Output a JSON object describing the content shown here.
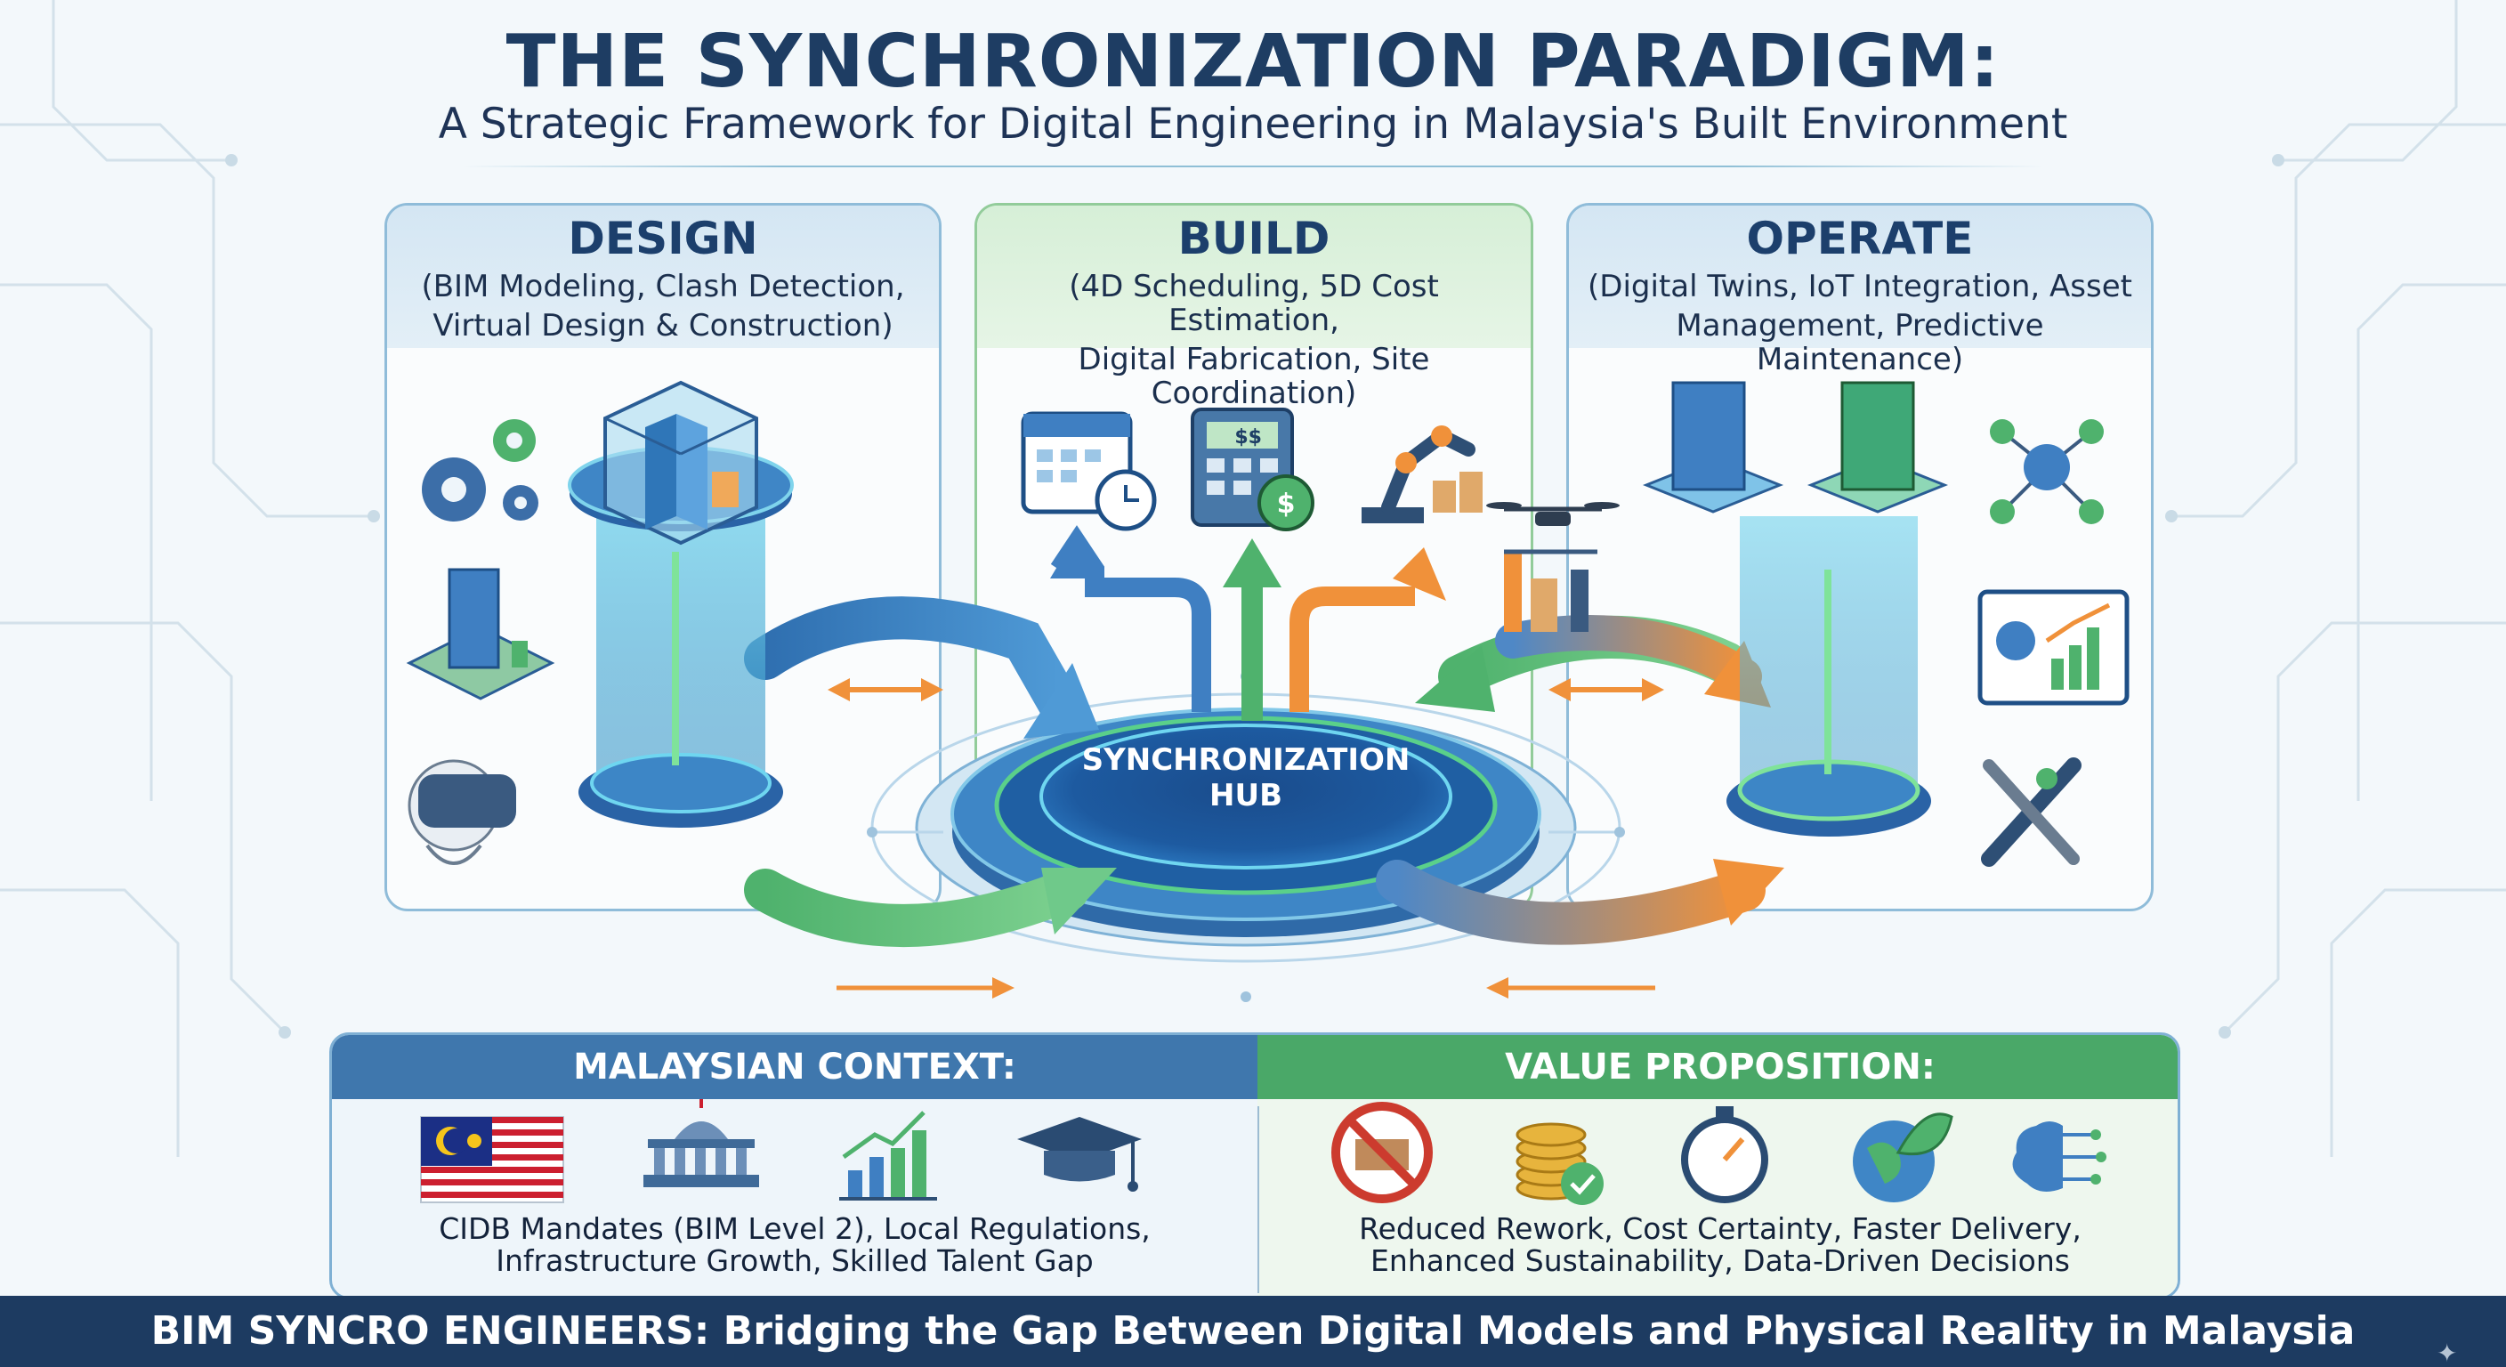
{
  "header": {
    "title": "THE SYNCHRONIZATION PARADIGM:",
    "subtitle": "A Strategic Framework for Digital Engineering in Malaysia's Built Environment"
  },
  "panels": {
    "design": {
      "title": "DESIGN",
      "desc_line1": "(BIM Modeling, Clash Detection,",
      "desc_line2": "Virtual Design & Construction)",
      "icons": [
        "gears-icon",
        "building-model-icon",
        "vr-headset-icon",
        "transparent-building-cube-icon"
      ]
    },
    "build": {
      "title": "BUILD",
      "desc_line1": "(4D Scheduling, 5D Cost Estimation,",
      "desc_line2": "Digital Fabrication, Site Coordination)",
      "icons": [
        "calendar-clock-icon",
        "calculator-icon",
        "robotic-arm-icon",
        "drone-icon",
        "construction-site-icon"
      ],
      "calculator_display": "$$"
    },
    "operate": {
      "title": "OPERATE",
      "desc_line1": "(Digital Twins, IoT Integration, Asset",
      "desc_line2": "Management, Predictive Maintenance)",
      "icons": [
        "digital-twin-building-icon",
        "iot-network-icon",
        "analytics-dashboard-icon",
        "wrench-screwdriver-icon"
      ]
    }
  },
  "hub": {
    "line1": "SYNCHRONIZATION",
    "line2": "HUB"
  },
  "bottom": {
    "context": {
      "heading": "MALAYSIAN CONTEXT:",
      "line1": "CIDB Mandates (BIM Level 2), Local Regulations,",
      "line2": "Infrastructure Growth, Skilled Talent Gap",
      "icons": [
        "malaysia-flag-icon",
        "government-building-icon",
        "growth-chart-icon",
        "graduation-cap-icon"
      ]
    },
    "value": {
      "heading": "VALUE PROPOSITION:",
      "line1": "Reduced Rework, Cost Certainty, Faster Delivery,",
      "line2": "Enhanced Sustainability, Data-Driven Decisions",
      "icons": [
        "no-rework-icon",
        "coins-check-icon",
        "stopwatch-icon",
        "globe-leaf-icon",
        "brain-circuit-icon"
      ]
    }
  },
  "footer": {
    "text": "BIM SYNCRO ENGINEERS: Bridging the Gap Between Digital Models and Physical Reality in Malaysia"
  },
  "colors": {
    "navy": "#1d3b61",
    "blue": "#3f77ad",
    "green": "#4aa868",
    "orange": "#f0913a"
  }
}
